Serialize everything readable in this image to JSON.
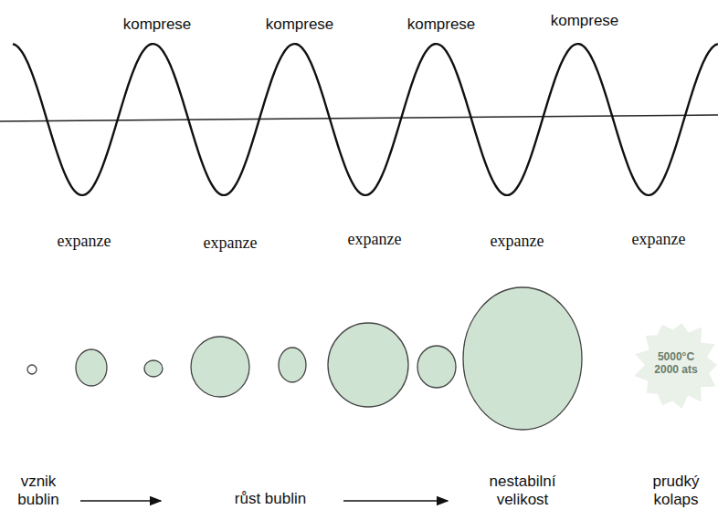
{
  "diagram": {
    "labels": [
      "komprese",
      "komprese",
      "komprese",
      "komprese",
      "expanze",
      "expanze",
      "expanze",
      "expanze",
      "expanze",
      "5000°C 2000 ats",
      "vznik bublin",
      "růst bublin",
      "nestabilní velikost",
      "prudký kolaps"
    ]
  }
}
